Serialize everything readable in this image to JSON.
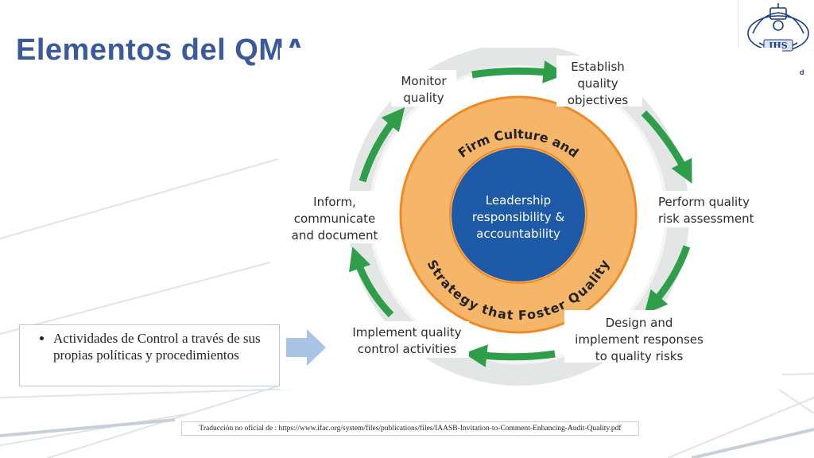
{
  "slide": {
    "title": "Elementos del QMA",
    "bullet": "Actividades de Control a través de sus propias políticas y procedimientos",
    "source_note": "Traducción no oficial de : https://www.ifac.org/system/files/publications/files/IAASB-Invitation-to-Comment-Enhancing-Audit-Quality.pdf",
    "logo_text": "IHS",
    "logo_side_chars": "d",
    "colors": {
      "title": "#3a5a9c",
      "ring_orange": "#f6b66a",
      "ring_orange_border": "#f08a24",
      "center_blue": "#1e5aa8",
      "arrow_green": "#2e9e4a",
      "outer_ring": "#e3e6e4"
    }
  },
  "diagram": {
    "center": {
      "line1": "Leadership",
      "line2": "responsibility &",
      "line3": "accountability"
    },
    "ring_top": "Firm Culture and",
    "ring_bottom": "Strategy that Foster Quality",
    "steps": {
      "establish": [
        "Establish",
        "quality",
        "objectives"
      ],
      "risk": [
        "Perform quality",
        "risk assessment"
      ],
      "design": [
        "Design and",
        "implement responses",
        "to quality risks"
      ],
      "implement": [
        "Implement quality",
        "control activities"
      ],
      "inform": [
        "Inform,",
        "communicate",
        "and document"
      ],
      "monitor": [
        "Monitor",
        "quality"
      ]
    }
  }
}
